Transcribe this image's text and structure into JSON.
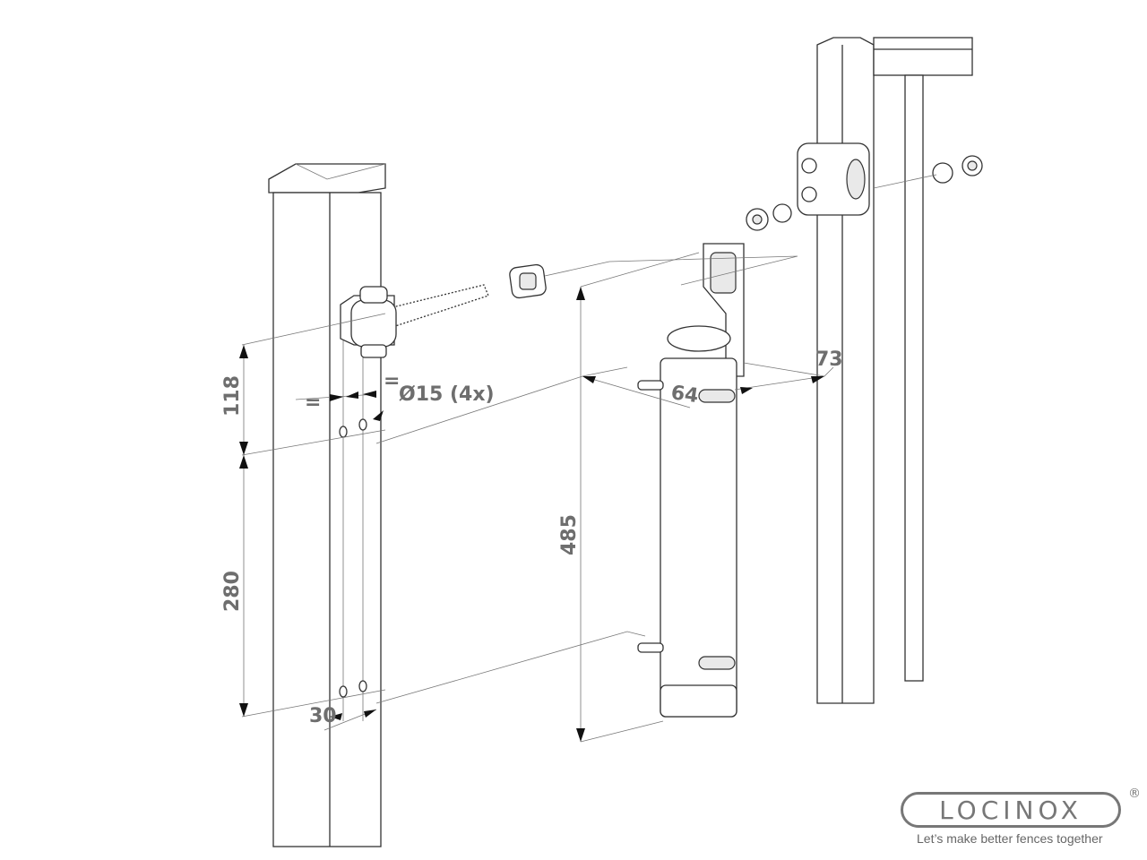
{
  "dimensions": {
    "hinge_height": "118",
    "hole_spacing": "280",
    "post_offset": "30",
    "hole_diameter": "Ø15 (4x)",
    "equal_left": "=",
    "equal_right": "=",
    "closer_length": "485",
    "closer_depth": "64",
    "bracket_offset": "73"
  },
  "brand": {
    "name": "LOCINOX",
    "registered": "®",
    "tagline": "Let’s make better fences together"
  },
  "colors": {
    "dimension_text": "#6e6e6e",
    "logo": "#777777"
  }
}
